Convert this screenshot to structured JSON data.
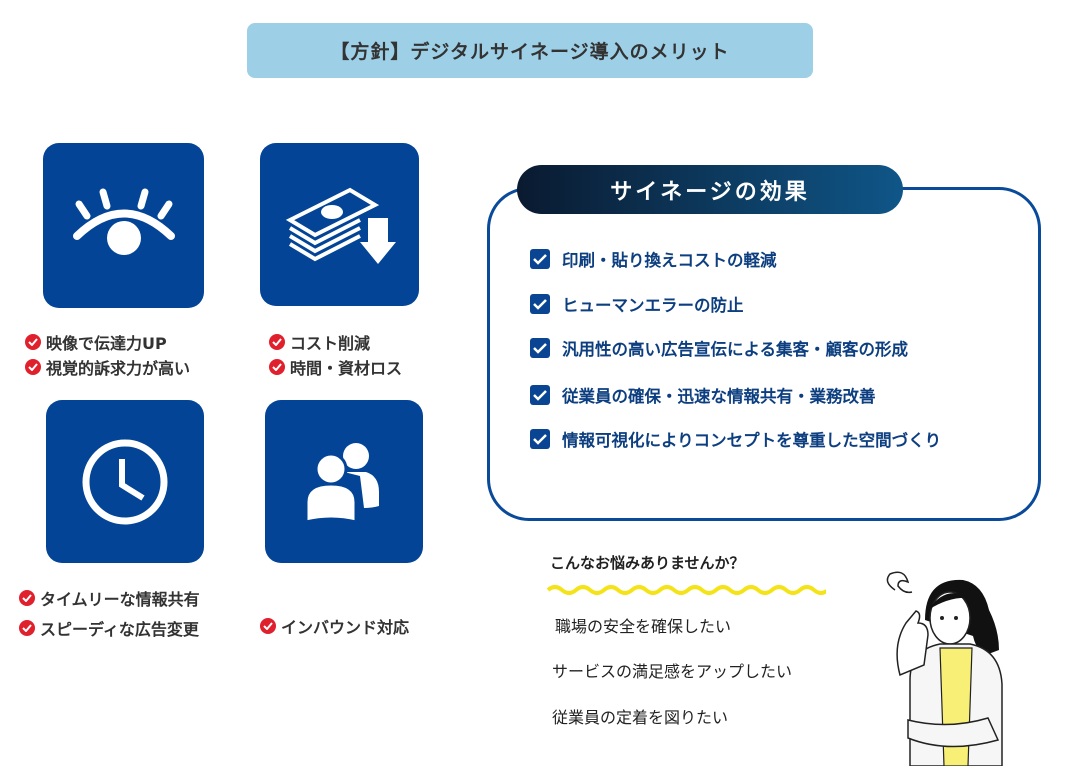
{
  "title": "【方針】デジタルサイネージ導入のメリット",
  "tiles": [
    {
      "icon": "eye-icon",
      "labels": [
        "映像で伝達力UP",
        "視覚的訴求力が高い"
      ]
    },
    {
      "icon": "money-down-icon",
      "labels": [
        "コスト削減",
        "時間・資材ロス"
      ]
    },
    {
      "icon": "clock-icon",
      "labels": [
        "タイムリーな情報共有",
        "スピーディな広告変更"
      ]
    },
    {
      "icon": "users-icon",
      "labels": [
        "インバウンド対応"
      ]
    }
  ],
  "effects": {
    "heading": "サイネージの効果",
    "items": [
      "印刷・貼り換えコストの軽減",
      "ヒューマンエラーの防止",
      "汎用性の高い広告宣伝による集客・顧客の形成",
      "従業員の確保・迅速な情報共有・業務改善",
      "情報可視化によりコンセプトを尊重した空間づくり"
    ]
  },
  "worries": {
    "heading": "こんなお悩みありませんか？",
    "items": [
      "職場の安全を確保したい",
      "サービスの満足感をアップしたい",
      "従業員の定着を図りたい"
    ]
  },
  "colors": {
    "tile": "#034496",
    "accent_red": "#e0202c",
    "title_bg": "#9dd0e7",
    "wave": "#f5e31a"
  }
}
